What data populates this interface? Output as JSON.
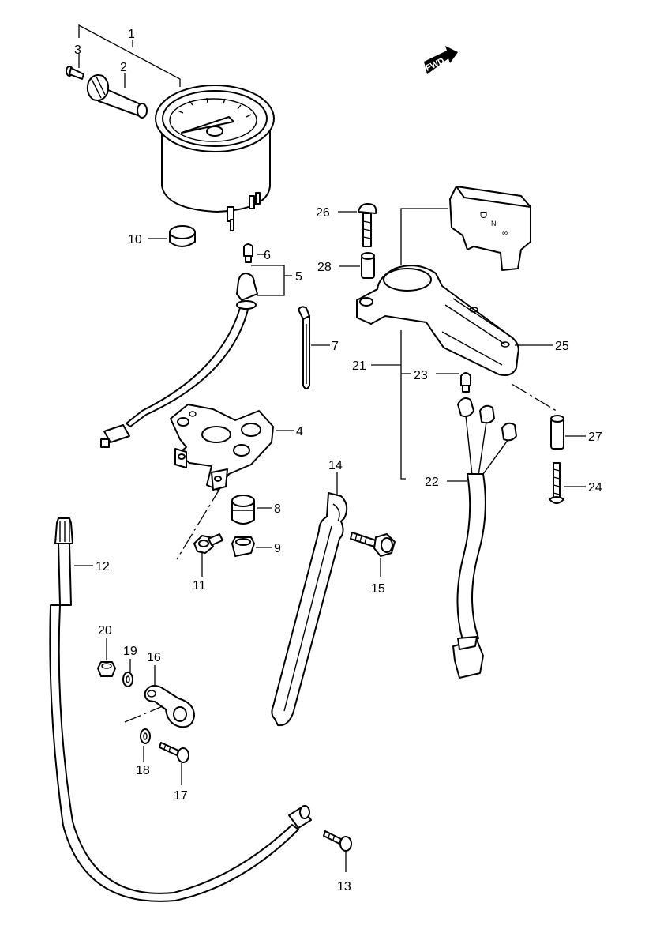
{
  "diagram": {
    "fwd_badge": "FWD",
    "callouts": [
      {
        "id": "c1",
        "label": "1"
      },
      {
        "id": "c2",
        "label": "2"
      },
      {
        "id": "c3",
        "label": "3"
      },
      {
        "id": "c4",
        "label": "4"
      },
      {
        "id": "c5",
        "label": "5"
      },
      {
        "id": "c6",
        "label": "6"
      },
      {
        "id": "c7",
        "label": "7"
      },
      {
        "id": "c8",
        "label": "8"
      },
      {
        "id": "c9",
        "label": "9"
      },
      {
        "id": "c10",
        "label": "10"
      },
      {
        "id": "c11",
        "label": "11"
      },
      {
        "id": "c12",
        "label": "12"
      },
      {
        "id": "c13",
        "label": "13"
      },
      {
        "id": "c14",
        "label": "14"
      },
      {
        "id": "c15",
        "label": "15"
      },
      {
        "id": "c16",
        "label": "16"
      },
      {
        "id": "c17",
        "label": "17"
      },
      {
        "id": "c18",
        "label": "18"
      },
      {
        "id": "c19",
        "label": "19"
      },
      {
        "id": "c20",
        "label": "20"
      },
      {
        "id": "c21",
        "label": "21"
      },
      {
        "id": "c22",
        "label": "22"
      },
      {
        "id": "c23",
        "label": "23"
      },
      {
        "id": "c24",
        "label": "24"
      },
      {
        "id": "c25",
        "label": "25"
      },
      {
        "id": "c26",
        "label": "26"
      },
      {
        "id": "c27",
        "label": "27"
      },
      {
        "id": "c28",
        "label": "28"
      }
    ],
    "indicator_glyphs": {
      "left": "ᗜ",
      "mid": "N",
      "right": "∞"
    }
  }
}
